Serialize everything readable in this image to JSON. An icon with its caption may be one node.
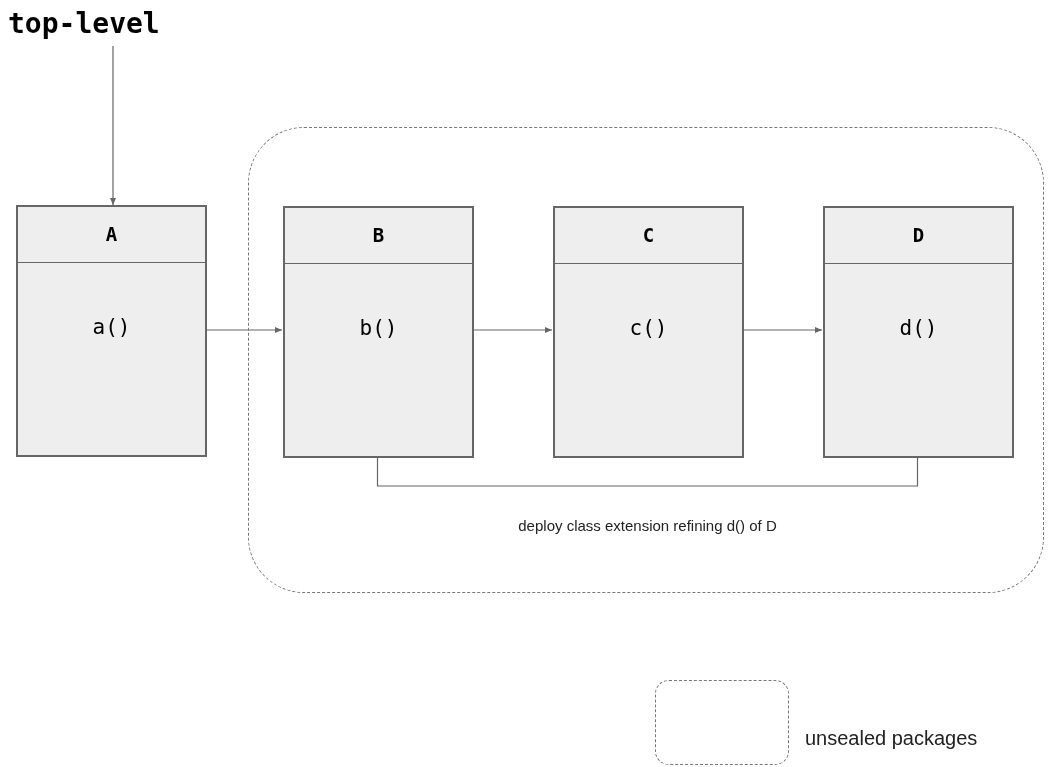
{
  "diagram": {
    "nodes": [
      {
        "text": [
          "top-level"
        ]
      },
      {
        "text": [
          "A",
          "a()"
        ]
      },
      {
        "text": [],
        "shape": "box"
      },
      {
        "text": [
          "B",
          "b()"
        ],
        "in": 2
      },
      {
        "text": [
          "C",
          "c()"
        ],
        "in": 2
      },
      {
        "text": [
          "D",
          "d()"
        ],
        "in": 2
      }
    ],
    "edges": [
      {
        "from": 0,
        "to": 1,
        "arrow": "to"
      },
      {
        "from": 1,
        "to": 3,
        "arrow": "to"
      },
      {
        "from": 3,
        "to": 4,
        "arrow": "to"
      },
      {
        "from": 4,
        "to": 5,
        "arrow": "to"
      },
      {
        "from": 3,
        "to": 5,
        "arrow": "none",
        "label": "deploy class extension refining d() of D"
      }
    ],
    "legend": [
      {
        "text": "unsealed packages"
      }
    ]
  }
}
